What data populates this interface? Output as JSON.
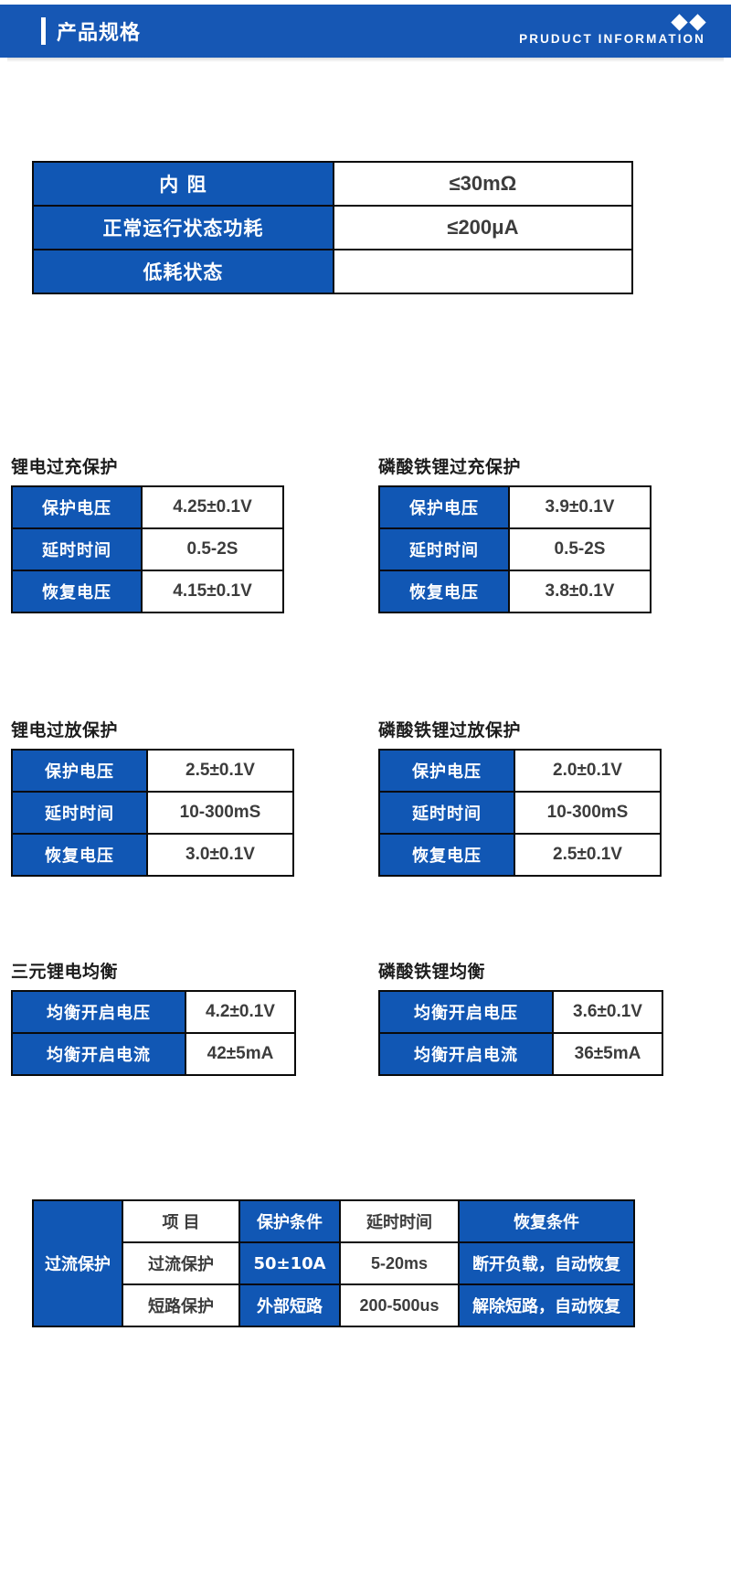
{
  "header": {
    "title": "产品规格",
    "subtitle": "PRUDUCT INFORMATION",
    "accent_color": "#1657b4",
    "icons": [
      "diamond-icon",
      "diamond-icon"
    ]
  },
  "spec_table": {
    "rows": [
      {
        "label": "内  阻",
        "value": "≤30mΩ"
      },
      {
        "label": "正常运行状态功耗",
        "value": "≤200μA"
      },
      {
        "label": "低耗状态",
        "value": ""
      }
    ]
  },
  "groups": [
    {
      "id": "overcharge-lithium",
      "title": "锂电过充保护",
      "rows": [
        {
          "label": "保护电压",
          "value": "4.25±0.1V"
        },
        {
          "label": "延时时间",
          "value": "0.5-2S"
        },
        {
          "label": "恢复电压",
          "value": "4.15±0.1V"
        }
      ]
    },
    {
      "id": "overcharge-lifepo4",
      "title": "磷酸铁锂过充保护",
      "rows": [
        {
          "label": "保护电压",
          "value": "3.9±0.1V"
        },
        {
          "label": "延时时间",
          "value": "0.5-2S"
        },
        {
          "label": "恢复电压",
          "value": "3.8±0.1V"
        }
      ]
    },
    {
      "id": "overdischarge-lithium",
      "title": "锂电过放保护",
      "rows": [
        {
          "label": "保护电压",
          "value": "2.5±0.1V"
        },
        {
          "label": "延时时间",
          "value": "10-300mS"
        },
        {
          "label": "恢复电压",
          "value": "3.0±0.1V"
        }
      ]
    },
    {
      "id": "overdischarge-lifepo4",
      "title": "磷酸铁锂过放保护",
      "rows": [
        {
          "label": "保护电压",
          "value": "2.0±0.1V"
        },
        {
          "label": "延时时间",
          "value": "10-300mS"
        },
        {
          "label": "恢复电压",
          "value": "2.5±0.1V"
        }
      ]
    },
    {
      "id": "balance-ternary",
      "title": "三元锂电均衡",
      "rows": [
        {
          "label": "均衡开启电压",
          "value": "4.2±0.1V"
        },
        {
          "label": "均衡开启电流",
          "value": "42±5mA"
        }
      ]
    },
    {
      "id": "balance-lifepo4",
      "title": "磷酸铁锂均衡",
      "rows": [
        {
          "label": "均衡开启电压",
          "value": "3.6±0.1V"
        },
        {
          "label": "均衡开启电流",
          "value": "36±5mA"
        }
      ]
    }
  ],
  "overcurrent_table": {
    "group_label": "过流保护",
    "headers": [
      "项  目",
      "保护条件",
      "延时时间",
      "恢复条件"
    ],
    "rows": [
      {
        "item": "过流保护",
        "condition": "50±10A",
        "delay": "5-20ms",
        "recovery": "断开负载，自动恢复"
      },
      {
        "item": "短路保护",
        "condition": "外部短路",
        "delay": "200-500us",
        "recovery": "解除短路，自动恢复"
      }
    ]
  }
}
